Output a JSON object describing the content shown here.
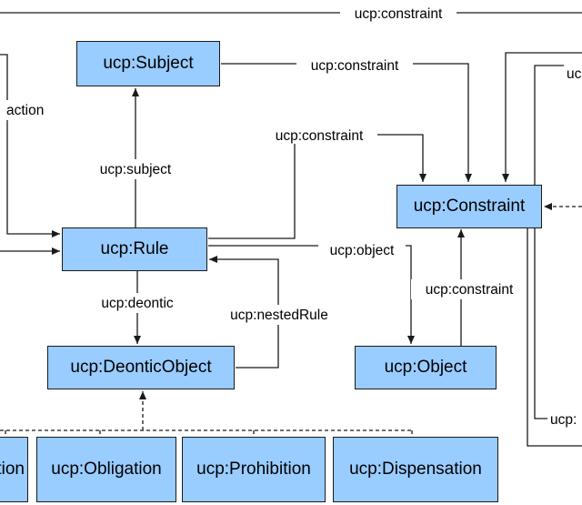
{
  "nodes": {
    "subject": "ucp:Subject",
    "rule": "ucp:Rule",
    "deontic_object": "ucp:DeonticObject",
    "constraint": "ucp:Constraint",
    "object": "ucp:Object",
    "obligation_partial": "tion",
    "obligation": "ucp:Obligation",
    "prohibition": "ucp:Prohibition",
    "dispensation": "ucp:Dispensation"
  },
  "edge_labels": {
    "top_constraint": "ucp:constraint",
    "subject_constraint": "ucp:constraint",
    "rule_constraint": "ucp:constraint",
    "action": "action",
    "subject": "ucp:subject",
    "object": "ucp:object",
    "object_constraint": "ucp:constraint",
    "deontic": "ucp:deontic",
    "nested_rule": "ucp:nestedRule",
    "right_top_partial": "uc",
    "right_bottom_partial": "ucp:"
  },
  "colors": {
    "node_fill": "#99ccff",
    "stroke": "#1a1a1a"
  }
}
